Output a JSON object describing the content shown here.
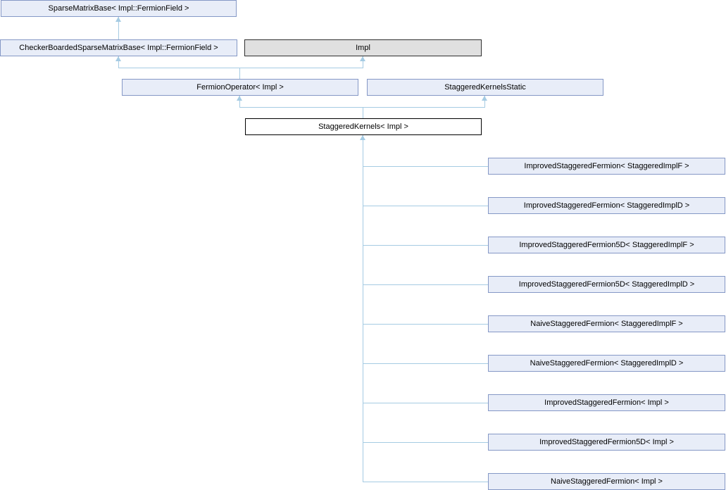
{
  "theme": {
    "background": "#FFFFFF",
    "node-fill": "#E8EDF8",
    "node-border": "#8598C6",
    "grey-node-fill": "#E0E0E0",
    "grey-node-border": "#2F2F2F",
    "current-node-fill": "#FFFFFF",
    "current-node-border": "#000000",
    "edge-color": "#A5CBE3",
    "text-color": "#000000"
  },
  "nodes": {
    "sparse_matrix_base": "SparseMatrixBase< Impl::FermionField >",
    "checkerboarded_sparse_matrix_base": "CheckerBoardedSparseMatrixBase< Impl::FermionField >",
    "impl": "Impl",
    "fermion_operator": "FermionOperator< Impl >",
    "staggered_kernels_static": "StaggeredKernelsStatic",
    "staggered_kernels": "StaggeredKernels< Impl >",
    "derived": [
      "ImprovedStaggeredFermion< StaggeredImplF >",
      "ImprovedStaggeredFermion< StaggeredImplD >",
      "ImprovedStaggeredFermion5D< StaggeredImplF >",
      "ImprovedStaggeredFermion5D< StaggeredImplD >",
      "NaiveStaggeredFermion< StaggeredImplF >",
      "NaiveStaggeredFermion< StaggeredImplD >",
      "ImprovedStaggeredFermion< Impl >",
      "ImprovedStaggeredFermion5D< Impl >",
      "NaiveStaggeredFermion< Impl >"
    ]
  }
}
